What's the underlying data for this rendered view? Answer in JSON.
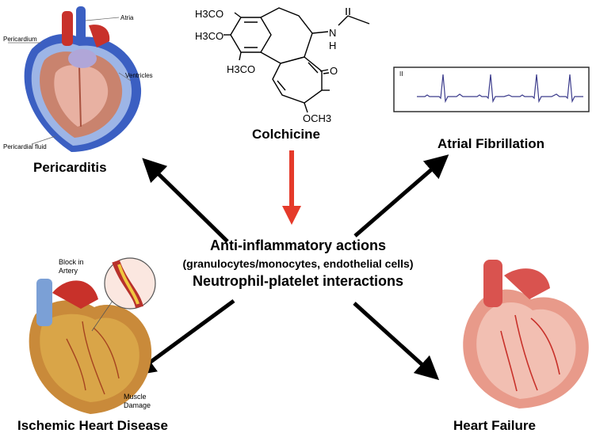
{
  "drug": {
    "name": "Colchicine"
  },
  "molecule": {
    "groups": [
      "H3CO",
      "H3CO",
      "H3CO",
      "N",
      "H",
      "O",
      "OCH3"
    ]
  },
  "mechanism": {
    "line1": "Anti-inflammatory actions",
    "line2": "(granulocytes/monocytes, endothelial cells)",
    "line3": "Neutrophil-platelet interactions"
  },
  "outcomes": {
    "pericarditis": "Pericarditis",
    "atrial_fibrillation": "Atrial Fibrillation",
    "ischemic_heart_disease": "Ischemic Heart Disease",
    "heart_failure": "Heart Failure"
  },
  "pericarditis_figure": {
    "labels": [
      "Atria",
      "Pericardium",
      "Ventricles",
      "Pericardial fluid"
    ]
  },
  "ecg_figure": {
    "lead": "II"
  },
  "ischemic_figure": {
    "labels": [
      "Block in",
      "Artery",
      "Muscle",
      "Damage"
    ]
  },
  "colors": {
    "arrow": "#000000",
    "drug_arrow": "#e53a2a",
    "artery": "#b8312c",
    "ecg": "#3c3c8c"
  }
}
